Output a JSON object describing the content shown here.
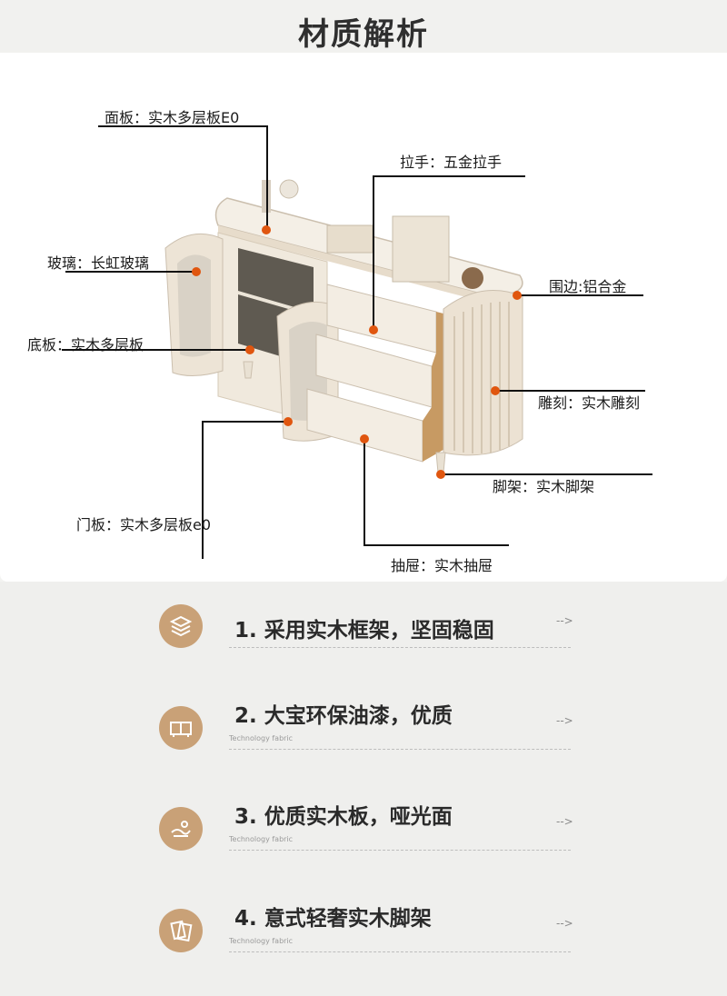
{
  "title": "材质解析",
  "labels": {
    "panel": "面板：实木多层板E0",
    "handle": "拉手：五金拉手",
    "glass": "玻璃：长虹玻璃",
    "rim": "围边:铝合金",
    "bottom": "底板：实木多层板",
    "carving": "雕刻：实木雕刻",
    "legs": "脚架：实木脚架",
    "door": "门板：实木多层板e0",
    "drawer": "抽屉：实木抽屉"
  },
  "features": [
    {
      "text": "1. 采用实木框架，坚固稳固",
      "sub": "",
      "icon": "layers-icon"
    },
    {
      "text": "2. 大宝环保油漆，优质",
      "sub": "Technology fabric",
      "icon": "cabinet-icon"
    },
    {
      "text": "3. 优质实木板，哑光面",
      "sub": "Technology fabric",
      "icon": "hand-wave-icon"
    },
    {
      "text": "4. 意式轻奢实木脚架",
      "sub": "Technology fabric",
      "icon": "cards-icon"
    }
  ],
  "arrow": "-->",
  "colors": {
    "accent": "#e0560f",
    "badge": "#c9a177",
    "cabinet": "#f3ede3"
  }
}
